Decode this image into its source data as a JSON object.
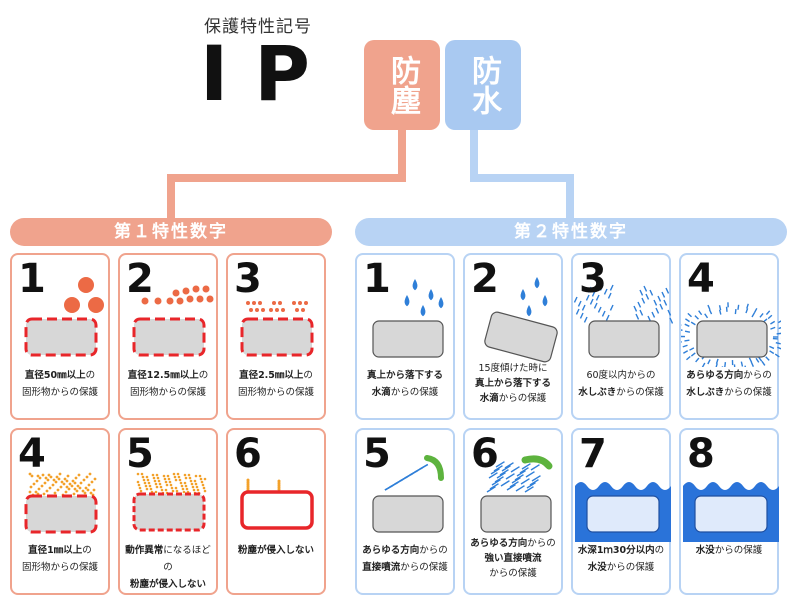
{
  "header": {
    "subtitle": "保護特性記号",
    "code": "IP",
    "dust_tag": "防塵",
    "water_tag": "防水"
  },
  "dust_section": {
    "title": "第１特性数字",
    "cards": [
      {
        "number": "1",
        "lines": [
          {
            "bold": "直径50㎜以上",
            "normal": "の"
          },
          {
            "bold": "",
            "normal": "固形物からの保護"
          }
        ]
      },
      {
        "number": "2",
        "lines": [
          {
            "bold": "直径12.5㎜以上",
            "normal": "の"
          },
          {
            "bold": "",
            "normal": "固形物からの保護"
          }
        ]
      },
      {
        "number": "3",
        "lines": [
          {
            "bold": "直径2.5㎜以上",
            "normal": "の"
          },
          {
            "bold": "",
            "normal": "固形物からの保護"
          }
        ]
      },
      {
        "number": "4",
        "lines": [
          {
            "bold": "直径1㎜以上",
            "normal": "の"
          },
          {
            "bold": "",
            "normal": "固形物からの保護"
          }
        ]
      },
      {
        "number": "5",
        "lines": [
          {
            "bold": "動作異常",
            "normal": "になるほどの"
          },
          {
            "bold": "粉塵が侵入しない",
            "normal": ""
          }
        ]
      },
      {
        "number": "6",
        "lines": [
          {
            "bold": "粉塵が侵入しない",
            "normal": ""
          }
        ]
      }
    ]
  },
  "water_section": {
    "title": "第２特性数字",
    "cards": [
      {
        "number": "1",
        "lines": [
          {
            "bold": "真上から落下する",
            "normal": ""
          },
          {
            "bold": "水滴",
            "normal": "からの保護"
          }
        ]
      },
      {
        "number": "2",
        "lines": [
          {
            "bold": "",
            "normal": "15度傾けた時に"
          },
          {
            "bold": "真上から落下する",
            "normal": ""
          },
          {
            "bold": "水滴",
            "normal": "からの保護"
          }
        ]
      },
      {
        "number": "3",
        "lines": [
          {
            "bold": "",
            "normal": "60度以内からの"
          },
          {
            "bold": "水しぶき",
            "normal": "からの保護"
          }
        ]
      },
      {
        "number": "4",
        "lines": [
          {
            "bold": "あらゆる方向",
            "normal": "からの"
          },
          {
            "bold": "水しぶき",
            "normal": "からの保護"
          }
        ]
      },
      {
        "number": "5",
        "lines": [
          {
            "bold": "あらゆる方向",
            "normal": "からの"
          },
          {
            "bold": "直接噴流",
            "normal": "からの保護"
          }
        ]
      },
      {
        "number": "6",
        "lines": [
          {
            "bold": "あらゆる方向",
            "normal": "からの"
          },
          {
            "bold": "強い直接噴流",
            "normal": ""
          },
          {
            "bold": "",
            "normal": "からの保護"
          }
        ]
      },
      {
        "number": "7",
        "lines": [
          {
            "bold": "水深1ｍ30分以内",
            "normal": "の"
          },
          {
            "bold": "水没",
            "normal": "からの保護"
          }
        ]
      },
      {
        "number": "8",
        "lines": [
          {
            "bold": "水没",
            "normal": "からの保護"
          }
        ]
      }
    ]
  },
  "colors": {
    "dust_accent": "#f0a38d",
    "dust_dots": "#ec6a45",
    "dust_border_red": "#e8262a",
    "dust_powder": "#f3a12a",
    "water_accent": "#b8d3f4",
    "water_drop": "#2f7fd8",
    "water_deep": "#2a73d9",
    "nozzle_green": "#5db33e",
    "box_gray": "#d7d7d7"
  }
}
